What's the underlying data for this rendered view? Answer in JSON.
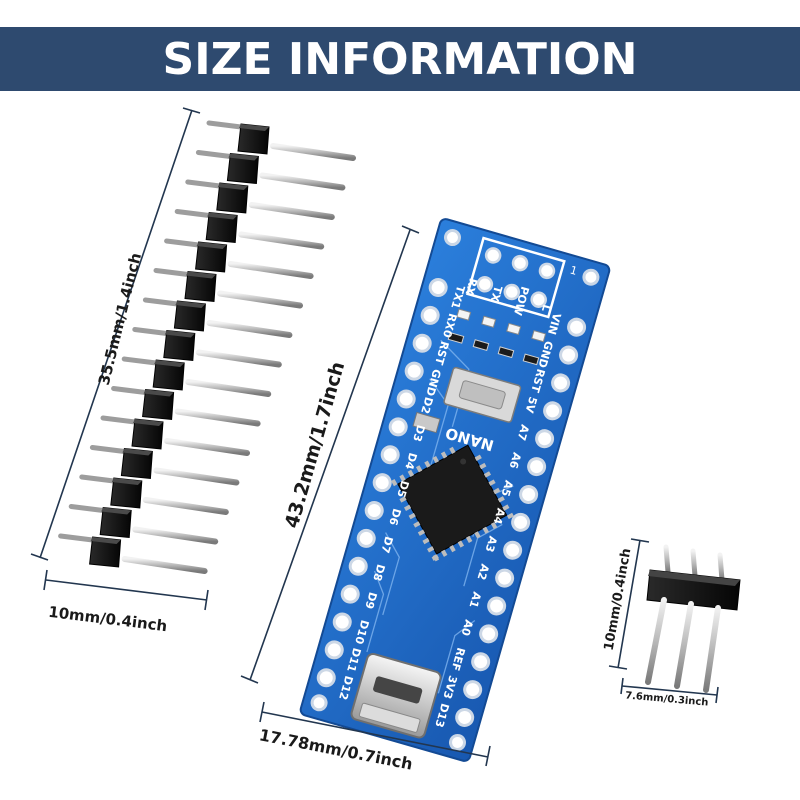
{
  "banner": {
    "title": "SIZE INFORMATION"
  },
  "dimensions": {
    "header_length": "35.5mm/1.4inch",
    "header_width": "10mm/0.4inch",
    "board_length": "43.2mm/1.7inch",
    "board_width": "17.78mm/0.7inch",
    "small_header_height": "10mm/0.4inch",
    "small_header_width": "7.6mm/0.3inch"
  },
  "board": {
    "name": "NANO",
    "pins_left": [
      "TX1",
      "RX0",
      "RST",
      "GND",
      "D2",
      "D3",
      "D4",
      "D5",
      "D6",
      "D7",
      "D8",
      "D9",
      "D10",
      "D11",
      "D12"
    ],
    "pins_right": [
      "VIN",
      "GND",
      "RST",
      "5V",
      "A7",
      "A6",
      "A5",
      "A4",
      "A3",
      "A2",
      "A1",
      "A0",
      "REF",
      "3V3",
      "D13"
    ],
    "leds": [
      "RX",
      "TX",
      "POW",
      "L"
    ],
    "icsp_marker": "1"
  },
  "colors": {
    "banner": "#2e4a6f",
    "pcb": "#1f6fc9",
    "pin_black": "#111111",
    "pin_metal": "#c8c8c8"
  }
}
